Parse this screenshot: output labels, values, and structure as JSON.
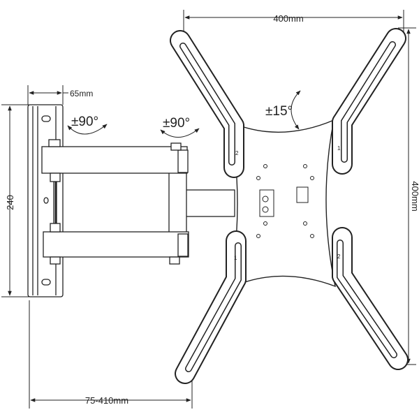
{
  "dimensions": {
    "top_width": "400mm",
    "right_height": "400mm",
    "wall_plate_height": "240",
    "wall_plate_depth": "65mm",
    "extension": "75-410mm"
  },
  "rotations": {
    "wall_swivel": "±90°",
    "arm_swivel": "±90°",
    "tilt_rotation": "±15°"
  },
  "arm_marks": [
    "2",
    "1",
    "1",
    "2"
  ],
  "colors": {
    "line": "#222222",
    "background": "#ffffff",
    "fill": "#ffffff"
  }
}
